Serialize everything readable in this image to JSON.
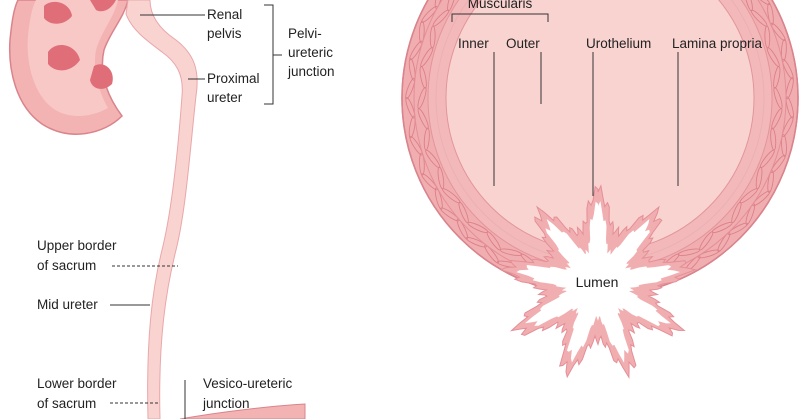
{
  "colors": {
    "tissue_light": "#f9d3d0",
    "tissue_mid": "#f1aeb0",
    "tissue_dark": "#e06e78",
    "outline": "#d9848c",
    "line": "#333333"
  },
  "kidney_labels": {
    "renal_pelvis": [
      "Renal",
      "pelvis"
    ],
    "proximal_ureter": [
      "Proximal",
      "ureter"
    ],
    "pelvi_ureteric_junction": [
      "Pelvi-",
      "ureteric",
      "junction"
    ],
    "upper_border_of_sacrum": [
      "Upper border",
      "of sacrum"
    ],
    "mid_ureter": "Mid ureter",
    "lower_border_of_sacrum": [
      "Lower border",
      "of sacrum"
    ],
    "vesico_ureteric_junction": [
      "Vesico-ureteric",
      "junction"
    ]
  },
  "cross_section_labels": {
    "muscularis": "Muscularis",
    "inner": "Inner",
    "outer": "Outer",
    "urothelium": "Urothelium",
    "lamina_propria": "Lamina propria",
    "lumen": "Lumen"
  }
}
